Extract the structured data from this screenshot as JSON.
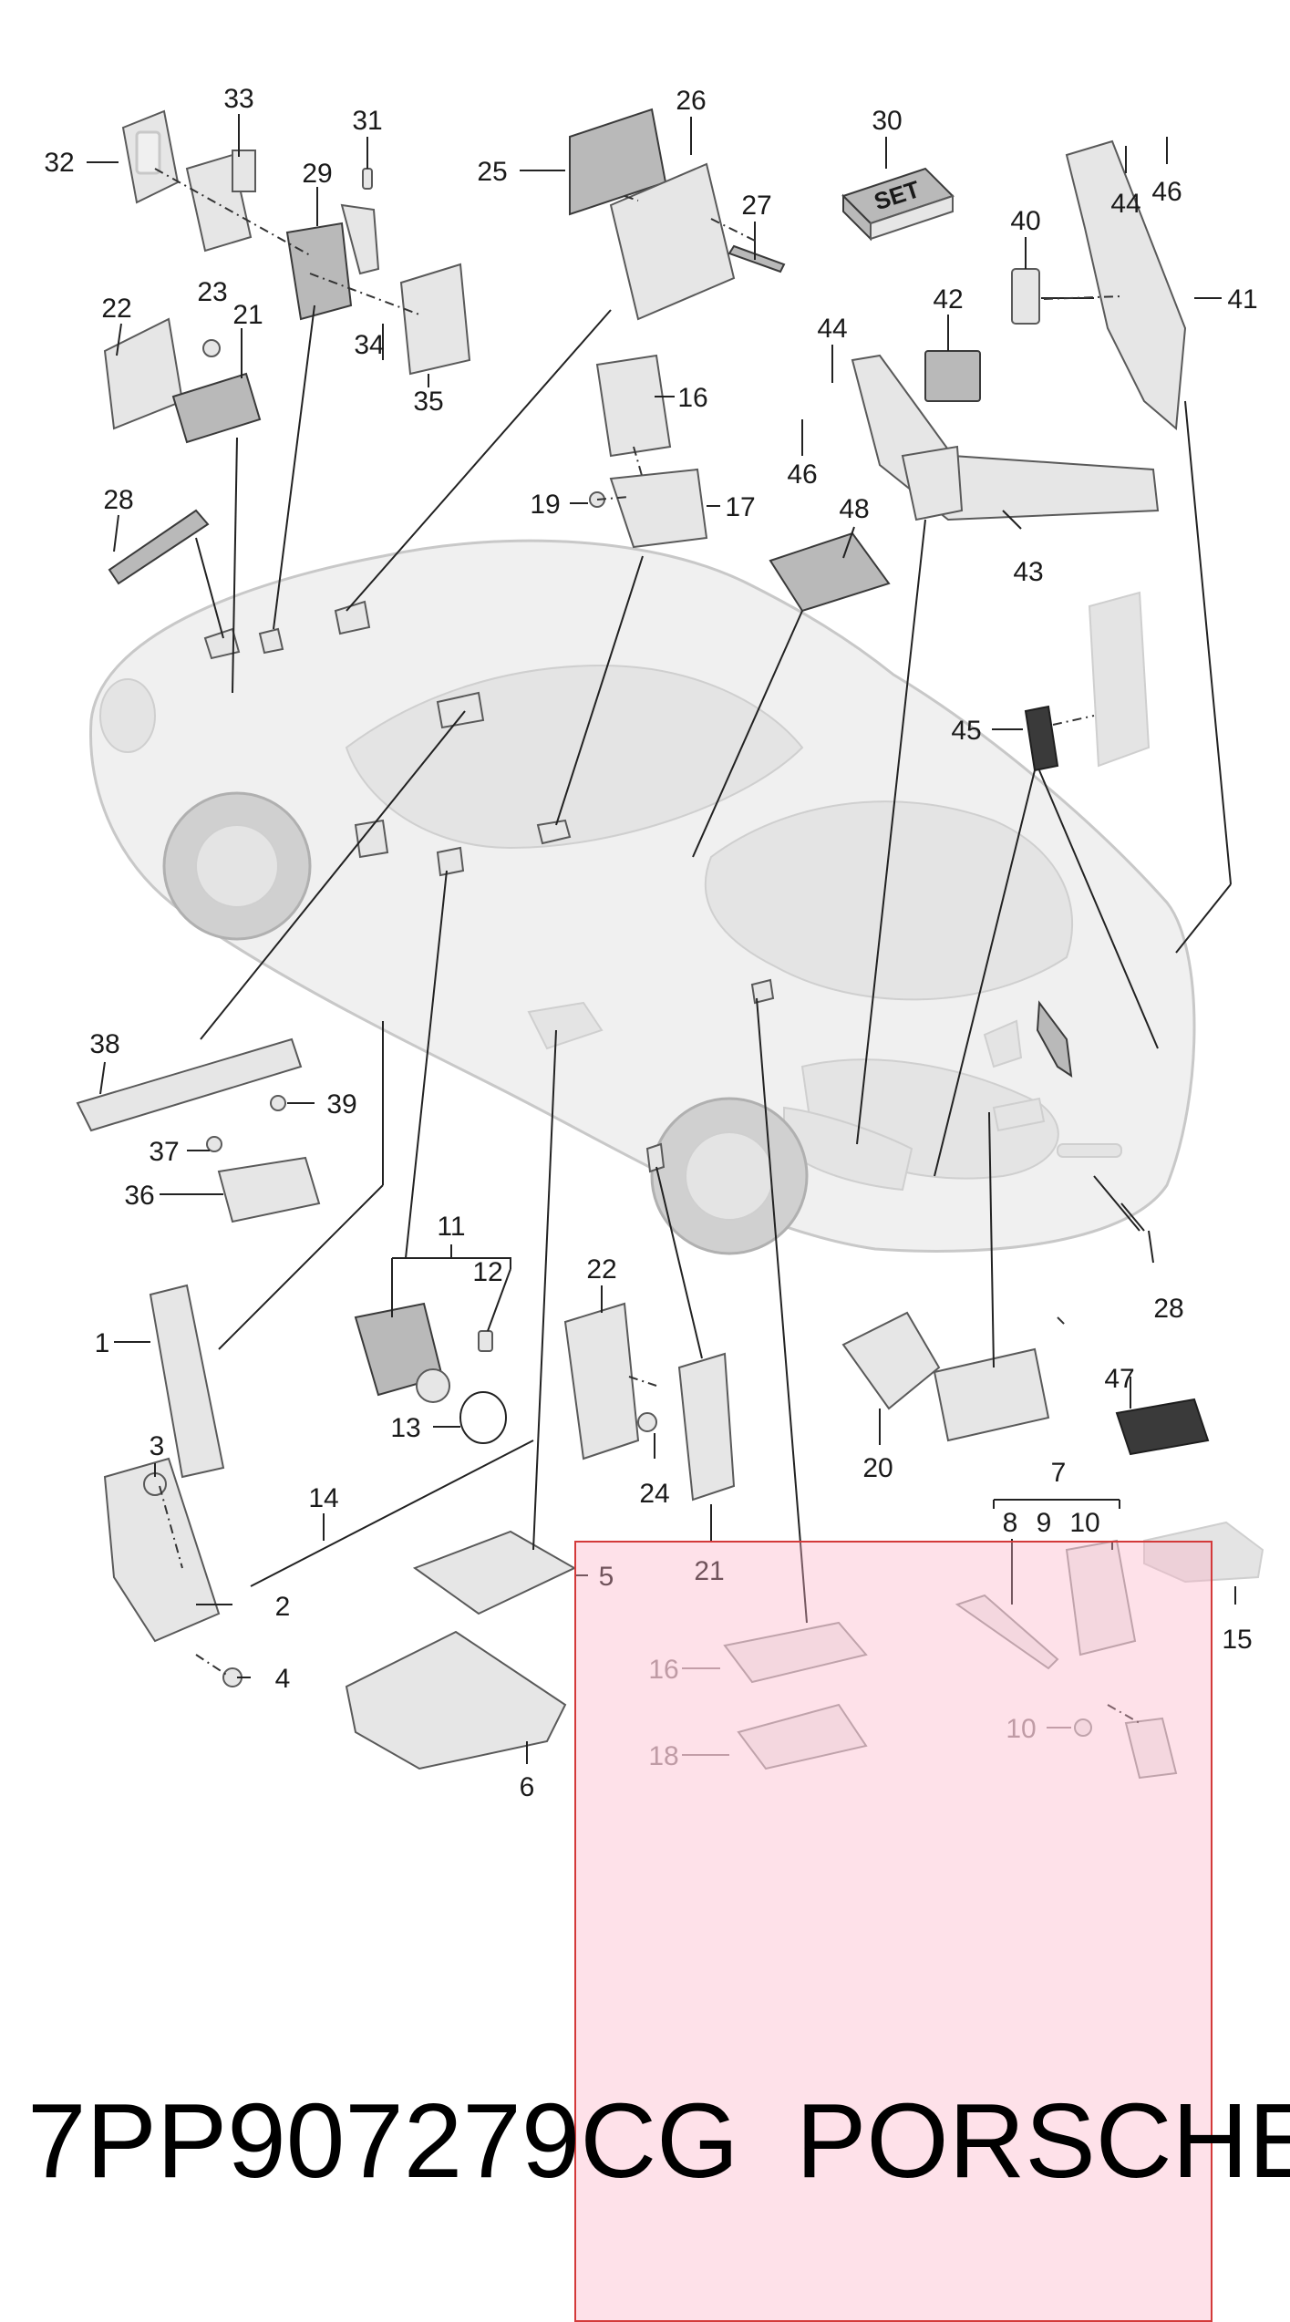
{
  "callouts": {
    "c1": "1",
    "c2": "2",
    "c3": "3",
    "c4": "4",
    "c5": "5",
    "c6": "6",
    "c7": "7",
    "c8": "8",
    "c9": "9",
    "c10a": "10",
    "c10b": "10",
    "c11": "11",
    "c12": "12",
    "c13": "13",
    "c14": "14",
    "c15": "15",
    "c16a": "16",
    "c16b": "16",
    "c17": "17",
    "c18": "18",
    "c19": "19",
    "c20": "20",
    "c21a": "21",
    "c21b": "21",
    "c22a": "22",
    "c22b": "22",
    "c23": "23",
    "c24": "24",
    "c25": "25",
    "c26": "26",
    "c27": "27",
    "c28a": "28",
    "c28b": "28",
    "c29": "29",
    "c30": "30",
    "c31": "31",
    "c32": "32",
    "c33": "33",
    "c34": "34",
    "c35": "35",
    "c36": "36",
    "c37": "37",
    "c38": "38",
    "c39": "39",
    "c40": "40",
    "c41": "41",
    "c42": "42",
    "c43": "43",
    "c44a": "44",
    "c44b": "44",
    "c45": "45",
    "c46a": "46",
    "c46b": "46",
    "c47": "47",
    "c48": "48"
  },
  "labels": {
    "set_label": "SET",
    "part_number": "7PP907279CG",
    "brand": "PORSCHE"
  },
  "colors": {
    "highlight_fill": "#fcb0c4",
    "highlight_border": "#d33a3a"
  }
}
